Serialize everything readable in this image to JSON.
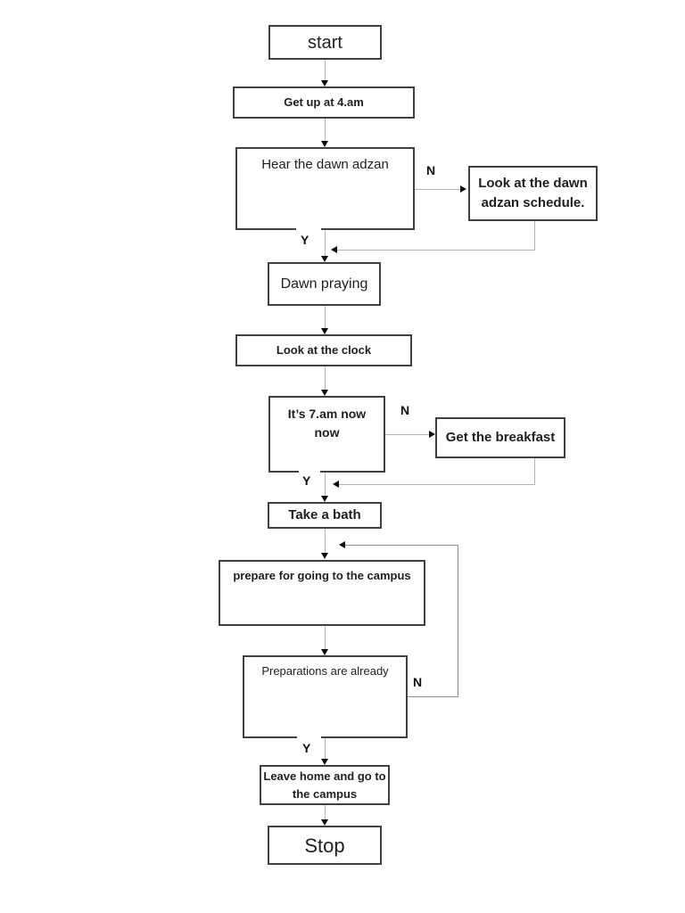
{
  "flowchart": {
    "nodes": [
      {
        "id": "start",
        "label": "start"
      },
      {
        "id": "get-up",
        "label": "Get up at 4.am"
      },
      {
        "id": "hear-adzan",
        "label": "Hear the dawn adzan"
      },
      {
        "id": "adzan-schedule",
        "label": "Look at the dawn\nadzan schedule."
      },
      {
        "id": "dawn-praying",
        "label": "Dawn praying"
      },
      {
        "id": "look-clock",
        "label": "Look at the clock"
      },
      {
        "id": "its-7am",
        "label": "It’s 7.am now\nnow"
      },
      {
        "id": "breakfast",
        "label": "Get the breakfast"
      },
      {
        "id": "take-bath",
        "label": "Take a bath"
      },
      {
        "id": "prepare",
        "label": "prepare for going to the campus"
      },
      {
        "id": "preparations",
        "label": "Preparations are already"
      },
      {
        "id": "leave-home",
        "label": "Leave home and go to\nthe campus"
      },
      {
        "id": "stop",
        "label": "Stop"
      }
    ],
    "branch_labels": {
      "hear_no": "N",
      "hear_yes": "Y",
      "time_no": "N",
      "time_yes": "Y",
      "prep_no": "N",
      "prep_yes": "Y"
    },
    "colors": {
      "background": "#ffffff",
      "box_border": "#404040",
      "connector": "#b3b3b3",
      "arrowhead": "#0d0d0d",
      "text": "#1f1f1f"
    }
  }
}
